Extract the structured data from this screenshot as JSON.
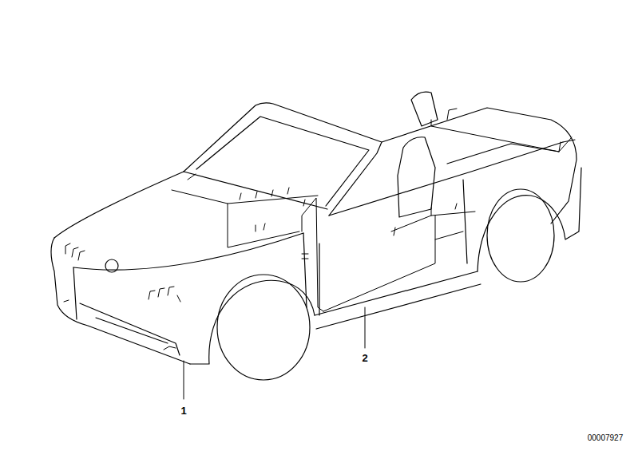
{
  "diagram": {
    "labels": [
      "1",
      "2",
      "00007927"
    ]
  }
}
